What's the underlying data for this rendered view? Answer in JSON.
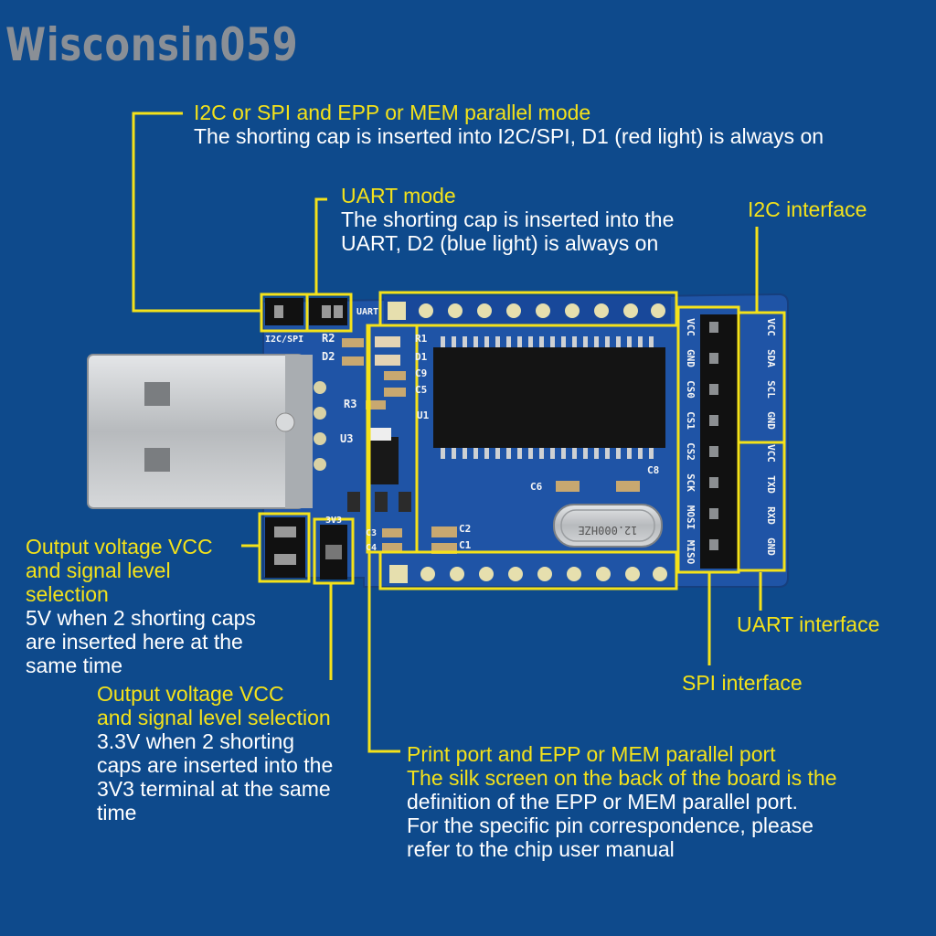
{
  "watermark": "Wisconsin059",
  "annotations": {
    "i2c_spi_mode": {
      "title": "I2C or SPI and EPP or MEM parallel mode",
      "body": [
        "The shorting cap is inserted into I2C/SPI, D1 (red light) is always on"
      ]
    },
    "uart_mode": {
      "title": "UART mode",
      "body": [
        "The shorting cap is inserted into the",
        "UART, D2 (blue light) is always on"
      ]
    },
    "i2c_interface": "I2C interface",
    "uart_interface": "UART interface",
    "spi_interface": "SPI interface",
    "vcc_5v": {
      "title": [
        "Output voltage VCC",
        "and signal level",
        "selection"
      ],
      "body": [
        "5V when 2 shorting caps",
        "are inserted here at the",
        "same time"
      ]
    },
    "vcc_3v3": {
      "title": [
        "Output voltage VCC",
        "and signal level selection"
      ],
      "body": [
        "3.3V when 2 shorting",
        "caps are inserted into the",
        "3V3 terminal at the same",
        "time"
      ]
    },
    "parallel_port": {
      "title": "Print port and EPP or MEM parallel port",
      "highlight": "The silk screen on the back of the board is the",
      "body": [
        "definition of the EPP or MEM parallel port.",
        "For the specific pin correspondence, please",
        "refer to the chip user manual"
      ]
    }
  },
  "board_silkscreen": {
    "i2c_spi": "I2C/SPI",
    "uart": "UART",
    "r2": "R2",
    "d2": "D2",
    "r1": "R1",
    "d1": "D1",
    "c9": "C9",
    "c5": "C5",
    "r3": "R3",
    "u1": "U1",
    "u3": "U3",
    "c6": "C6",
    "c8": "C8",
    "c2": "C2",
    "c1": "C1",
    "c3": "C3",
    "c4": "C4",
    "v3v3": "3V3",
    "crystal": "12.000HZE",
    "spi_pins": [
      "VCC",
      "GND",
      "CS0",
      "CS1",
      "CS2",
      "SCK",
      "MOSI",
      "MISO"
    ],
    "i2c_uart_pins": [
      "VCC",
      "SDA",
      "SCL",
      "GND",
      "VCC",
      "TXD",
      "RXD",
      "GND"
    ]
  },
  "colors": {
    "background": "#0e4a8c",
    "highlight": "#f4e21a",
    "pcb": "#1c4f9e",
    "usb_metal": "#c9cccf"
  }
}
